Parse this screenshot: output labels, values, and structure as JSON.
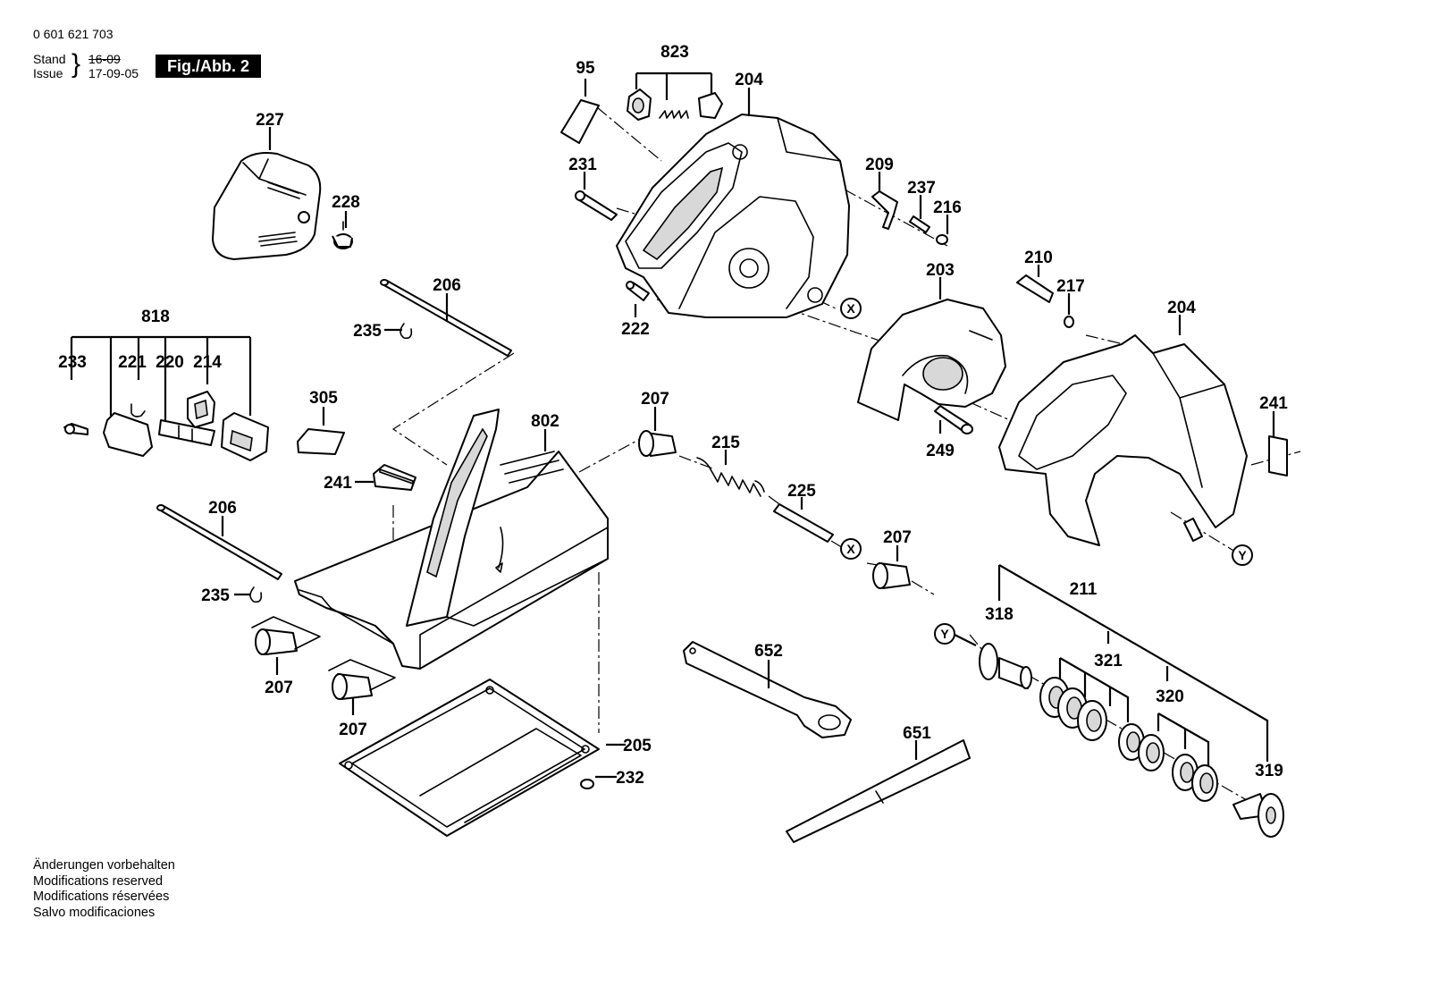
{
  "header": {
    "part_number": "0 601 621 703",
    "stand_label": "Stand",
    "issue_label": "Issue",
    "stand_value": "16-09",
    "issue_value": "17-09-05",
    "figure_label": "Fig./Abb. 2"
  },
  "footer": {
    "lines": [
      "Änderungen vorbehalten",
      "Modifications reserved",
      "Modifications réservées",
      "Salvo modificaciones"
    ]
  },
  "labels": {
    "l95": "95",
    "l823": "823",
    "l204a": "204",
    "l227": "227",
    "l228": "228",
    "l231": "231",
    "l209": "209",
    "l237": "237",
    "l216": "216",
    "l203": "203",
    "l210": "210",
    "l217": "217",
    "l204b": "204",
    "l222": "222",
    "l206a": "206",
    "l235a": "235",
    "l818": "818",
    "l233": "233",
    "l221": "221",
    "l220": "220",
    "l214": "214",
    "l305": "305",
    "l241a": "241",
    "l802": "802",
    "l207a": "207",
    "l215": "215",
    "l225": "225",
    "l207b": "207",
    "l249": "249",
    "l241b": "241",
    "l206b": "206",
    "l235b": "235",
    "l207c": "207",
    "l207d": "207",
    "l205": "205",
    "l232": "232",
    "l652": "652",
    "l651": "651",
    "l211": "211",
    "l318": "318",
    "l321": "321",
    "l320": "320",
    "l319": "319"
  },
  "refs": {
    "x1": "X",
    "x2": "X",
    "y1": "Y",
    "y2": "Y"
  }
}
